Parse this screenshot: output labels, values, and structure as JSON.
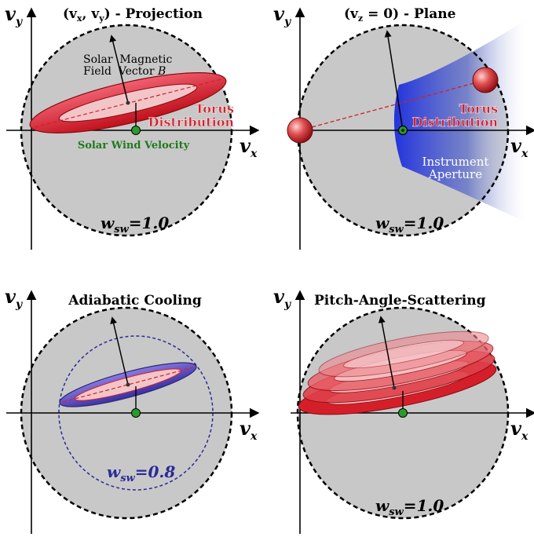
{
  "axes": {
    "x_label": "v",
    "x_sub": "x",
    "y_label": "v",
    "y_sub": "y"
  },
  "panels": [
    {
      "title_parts": [
        "(v",
        "x",
        ", v",
        "y",
        ") - Projection"
      ],
      "field_label_line1": "Solar  Magnetic",
      "field_label_line2": "Field  Vector ",
      "field_label_b": "B",
      "torus_line1": "Torus",
      "torus_line2": "Distribution",
      "sw_velocity": "Solar Wind Velocity",
      "w_main": "w",
      "w_sub": "sw",
      "w_value": "=1.0"
    },
    {
      "title_parts": [
        "(v",
        "z",
        " = 0) - Plane"
      ],
      "torus_line1": "Torus",
      "torus_line2": "Distribution",
      "aperture_line1": "Instrument",
      "aperture_line2": "Aperture",
      "w_main": "w",
      "w_sub": "sw",
      "w_value": "=1.0"
    },
    {
      "title": "Adiabatic Cooling",
      "w_main": "w",
      "w_sub": "sw",
      "w_value": "=0.8"
    },
    {
      "title": "Pitch-Angle-Scattering",
      "w_main": "w",
      "w_sub": "sw",
      "w_value": "=1.0"
    }
  ],
  "colors": {
    "sphere_fill": "#c8c8c8",
    "torus_red": "#d41f2a",
    "torus_dark": "#a01018",
    "sw_green": "#1e7a1e",
    "cooling_blue": "#2a2a9a",
    "aperture_blue": "#2a3fd8"
  }
}
